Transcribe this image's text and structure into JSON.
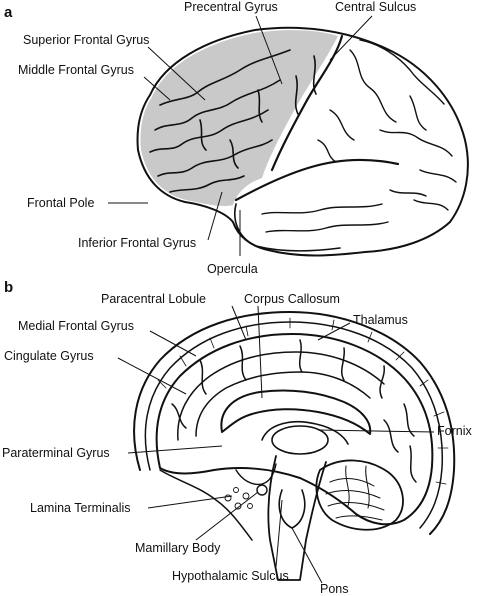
{
  "panels": [
    {
      "letter": "a",
      "labels": {
        "precentral_gyrus": "Precentral Gyrus",
        "central_sulcus": "Central Sulcus",
        "superior_frontal_gyrus": "Superior Frontal Gyrus",
        "middle_frontal_gyrus": "Middle Frontal Gyrus",
        "frontal_pole": "Frontal Pole",
        "inferior_frontal_gyrus": "Inferior Frontal Gyrus",
        "opercula": "Opercula"
      }
    },
    {
      "letter": "b",
      "labels": {
        "paracentral_lobule": "Paracentral Lobule",
        "corpus_callosum": "Corpus Callosum",
        "medial_frontal_gyrus": "Medial Frontal Gyrus",
        "thalamus": "Thalamus",
        "cingulate_gyrus": "Cingulate Gyrus",
        "fornix": "Fornix",
        "paraterminal_gyrus": "Paraterminal Gyrus",
        "lamina_terminalis": "Lamina Terminalis",
        "mamillary_body": "Mamillary Body",
        "hypothalamic_sulcus": "Hypothalamic Sulcus",
        "pons": "Pons"
      }
    }
  ]
}
